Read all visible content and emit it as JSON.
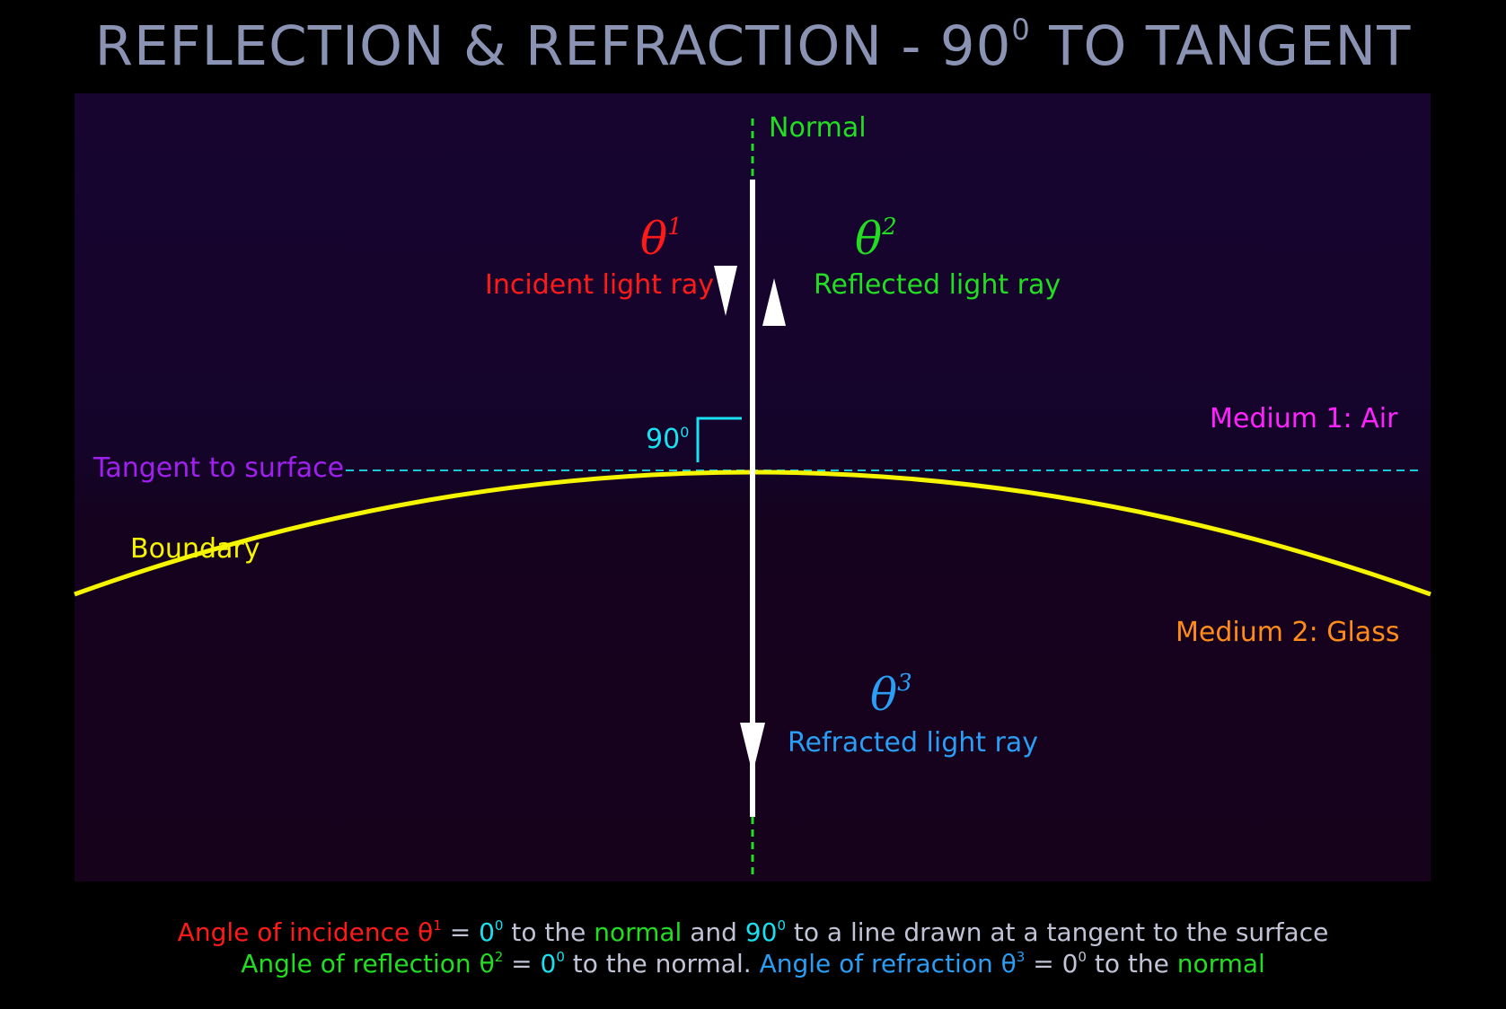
{
  "title": {
    "text": "REFLECTION & REFRACTION - 90",
    "sup": "0",
    "tail": " TO TANGENT"
  },
  "labels": {
    "normal": "Normal",
    "incident_theta": "θ",
    "incident_theta_sup": "1",
    "incident": "Incident light ray",
    "reflected_theta": "θ",
    "reflected_theta_sup": "2",
    "reflected": "Reflected light ray",
    "right_angle": "90",
    "right_angle_sup": "0",
    "medium1": "Medium 1: Air",
    "tangent": "Tangent to surface",
    "boundary": "Boundary",
    "medium2": "Medium 2: Glass",
    "refracted_theta": "θ",
    "refracted_theta_sup": "3",
    "refracted": "Refracted light ray"
  },
  "caption": {
    "line1": [
      {
        "text": "Angle of incidence θ",
        "color": "#ff1a1a"
      },
      {
        "text": "1",
        "color": "#ff1a1a",
        "sup": true
      },
      {
        "text": " = ",
        "color": "#c0c4d6"
      },
      {
        "text": "0",
        "color": "#1ae0f0"
      },
      {
        "text": "0",
        "color": "#1ae0f0",
        "sup": true
      },
      {
        "text": " to the ",
        "color": "#c0c4d6"
      },
      {
        "text": "normal",
        "color": "#22dd22"
      },
      {
        "text": " and ",
        "color": "#c0c4d6"
      },
      {
        "text": "90",
        "color": "#1ae0f0"
      },
      {
        "text": "0",
        "color": "#1ae0f0",
        "sup": true
      },
      {
        "text": " to a line drawn at a tangent to the surface",
        "color": "#c0c4d6"
      }
    ],
    "line2": [
      {
        "text": "Angle of reflection θ",
        "color": "#22dd22"
      },
      {
        "text": "2",
        "color": "#22dd22",
        "sup": true
      },
      {
        "text": " = ",
        "color": "#c0c4d6"
      },
      {
        "text": "0",
        "color": "#1ae0f0"
      },
      {
        "text": "0",
        "color": "#1ae0f0",
        "sup": true
      },
      {
        "text": " to the normal. ",
        "color": "#c0c4d6"
      },
      {
        "text": "Angle of refraction θ",
        "color": "#2a9df4"
      },
      {
        "text": "3",
        "color": "#2a9df4",
        "sup": true
      },
      {
        "text": " = ",
        "color": "#c0c4d6"
      },
      {
        "text": "0",
        "color": "#c0c4d6"
      },
      {
        "text": "0",
        "color": "#c0c4d6",
        "sup": true
      },
      {
        "text": " to the ",
        "color": "#c0c4d6"
      },
      {
        "text": "normal",
        "color": "#22dd22"
      }
    ]
  },
  "colors": {
    "normal": "#22dd22",
    "incident": "#ff1a1a",
    "reflected": "#22dd22",
    "refracted": "#2a9df4",
    "right_angle": "#1ae0f0",
    "tangent_label": "#a020f0",
    "tangent_line": "#1ac8d8",
    "boundary": "#f5f500",
    "medium1": "#ff22ff",
    "medium2": "#ff8c1a",
    "ray": "#ffffff",
    "title": "#8a93b3"
  }
}
